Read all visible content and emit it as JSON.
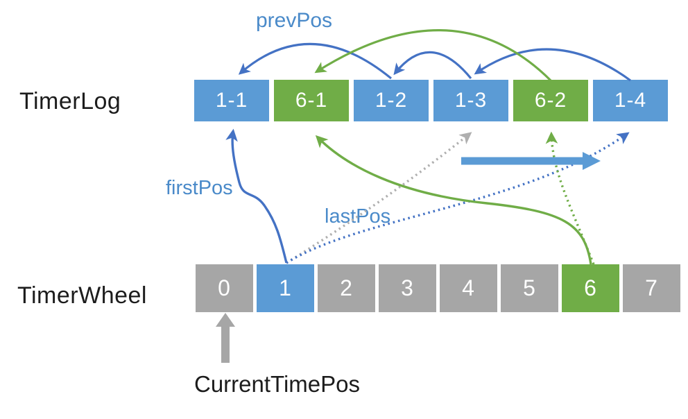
{
  "diagram": {
    "timerlog": {
      "title": "TimerLog",
      "cells": [
        {
          "label": "1-1",
          "color": "blue"
        },
        {
          "label": "6-1",
          "color": "green"
        },
        {
          "label": "1-2",
          "color": "blue"
        },
        {
          "label": "1-3",
          "color": "blue"
        },
        {
          "label": "6-2",
          "color": "green"
        },
        {
          "label": "1-4",
          "color": "blue"
        }
      ]
    },
    "timerwheel": {
      "title": "TimerWheel",
      "cells": [
        {
          "label": "0",
          "color": "gray"
        },
        {
          "label": "1",
          "color": "blue"
        },
        {
          "label": "2",
          "color": "gray"
        },
        {
          "label": "3",
          "color": "gray"
        },
        {
          "label": "4",
          "color": "gray"
        },
        {
          "label": "5",
          "color": "gray"
        },
        {
          "label": "6",
          "color": "green"
        },
        {
          "label": "7",
          "color": "gray"
        }
      ]
    },
    "labels": {
      "prevPos": "prevPos",
      "firstPos": "firstPos",
      "lastPos": "lastPos",
      "currentTimePos": "CurrentTimePos"
    },
    "edges": [
      {
        "from": "log-1-2",
        "to": "log-1-1",
        "style": "solid",
        "color": "blue",
        "meaning": "prevPos"
      },
      {
        "from": "log-1-3",
        "to": "log-1-2",
        "style": "solid",
        "color": "blue",
        "meaning": "prevPos"
      },
      {
        "from": "log-1-4",
        "to": "log-1-3",
        "style": "solid",
        "color": "blue",
        "meaning": "prevPos"
      },
      {
        "from": "log-6-2",
        "to": "log-6-1",
        "style": "solid",
        "color": "green",
        "meaning": "prevPos"
      },
      {
        "from": "wheel-1",
        "to": "log-1-1",
        "style": "solid",
        "color": "blue",
        "meaning": "firstPos"
      },
      {
        "from": "wheel-1",
        "to": "log-1-3",
        "style": "dotted",
        "color": "gray",
        "meaning": ""
      },
      {
        "from": "wheel-1",
        "to": "log-1-4",
        "style": "dotted",
        "color": "blue",
        "meaning": "lastPos"
      },
      {
        "from": "wheel-6",
        "to": "log-6-1",
        "style": "solid",
        "color": "green",
        "meaning": ""
      },
      {
        "from": "wheel-6",
        "to": "log-6-2",
        "style": "dotted",
        "color": "green",
        "meaning": ""
      },
      {
        "from": "below",
        "to": "wheel-0",
        "style": "thick",
        "color": "gray",
        "meaning": "CurrentTimePos"
      }
    ],
    "colors": {
      "box_blue": "#5b9bd5",
      "box_green": "#70ad47",
      "box_gray": "#a6a6a6",
      "arrow_blue": "#4472c4",
      "arrow_green": "#70ad47",
      "arrow_gray": "#afafaf",
      "label_blue": "#4a8ac9",
      "thick_arrow_blue": "#5b9bd5"
    }
  }
}
